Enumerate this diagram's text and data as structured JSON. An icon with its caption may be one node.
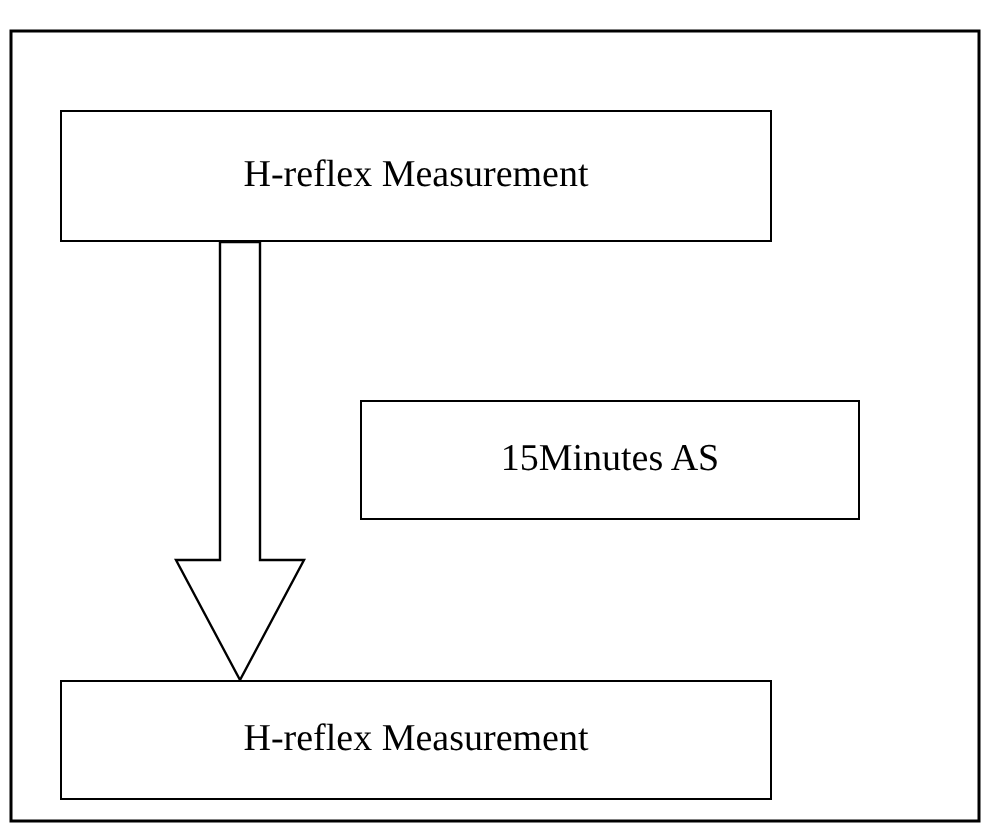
{
  "diagram": {
    "nodes": [
      {
        "text": [
          "H-reflex Measurement"
        ]
      },
      {
        "text": [
          "15Minutes AS"
        ]
      },
      {
        "text": [
          "H-reflex Measurement"
        ]
      }
    ],
    "edges": [
      {
        "from": 0,
        "to": 2,
        "arrow": "to"
      }
    ]
  }
}
